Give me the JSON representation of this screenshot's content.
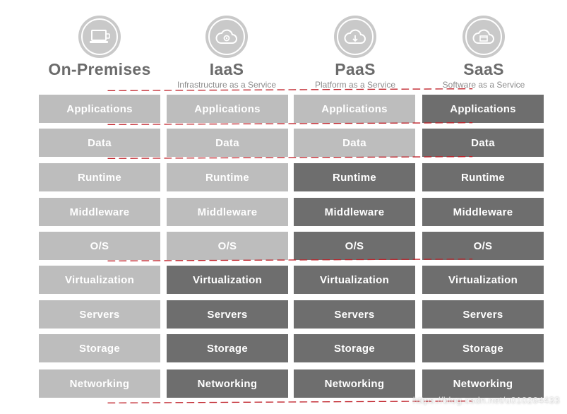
{
  "columns": [
    {
      "title": "On-Premises",
      "subtitle": "",
      "icon": "laptop-icon",
      "cells": [
        {
          "label": "Applications",
          "shade": "light"
        },
        {
          "label": "Data",
          "shade": "light"
        },
        {
          "label": "Runtime",
          "shade": "light"
        },
        {
          "label": "Middleware",
          "shade": "light"
        },
        {
          "label": "O/S",
          "shade": "light"
        },
        {
          "label": "Virtualization",
          "shade": "light"
        },
        {
          "label": "Servers",
          "shade": "light"
        },
        {
          "label": "Storage",
          "shade": "light"
        },
        {
          "label": "Networking",
          "shade": "light"
        }
      ]
    },
    {
      "title": "IaaS",
      "subtitle": "Infrastructure as a Service",
      "icon": "cloud-gear-icon",
      "cells": [
        {
          "label": "Applications",
          "shade": "light"
        },
        {
          "label": "Data",
          "shade": "light"
        },
        {
          "label": "Runtime",
          "shade": "light"
        },
        {
          "label": "Middleware",
          "shade": "light"
        },
        {
          "label": "O/S",
          "shade": "light"
        },
        {
          "label": "Virtualization",
          "shade": "dark"
        },
        {
          "label": "Servers",
          "shade": "dark"
        },
        {
          "label": "Storage",
          "shade": "dark"
        },
        {
          "label": "Networking",
          "shade": "dark"
        }
      ]
    },
    {
      "title": "PaaS",
      "subtitle": "Platform as a Service",
      "icon": "cloud-download-icon",
      "cells": [
        {
          "label": "Applications",
          "shade": "light"
        },
        {
          "label": "Data",
          "shade": "light"
        },
        {
          "label": "Runtime",
          "shade": "dark"
        },
        {
          "label": "Middleware",
          "shade": "dark"
        },
        {
          "label": "O/S",
          "shade": "dark"
        },
        {
          "label": "Virtualization",
          "shade": "dark"
        },
        {
          "label": "Servers",
          "shade": "dark"
        },
        {
          "label": "Storage",
          "shade": "dark"
        },
        {
          "label": "Networking",
          "shade": "dark"
        }
      ]
    },
    {
      "title": "SaaS",
      "subtitle": "Software as a Service",
      "icon": "cloud-window-icon",
      "cells": [
        {
          "label": "Applications",
          "shade": "dark"
        },
        {
          "label": "Data",
          "shade": "dark"
        },
        {
          "label": "Runtime",
          "shade": "dark"
        },
        {
          "label": "Middleware",
          "shade": "dark"
        },
        {
          "label": "O/S",
          "shade": "dark"
        },
        {
          "label": "Virtualization",
          "shade": "dark"
        },
        {
          "label": "Servers",
          "shade": "dark"
        },
        {
          "label": "Storage",
          "shade": "dark"
        },
        {
          "label": "Networking",
          "shade": "dark"
        }
      ]
    }
  ],
  "colors": {
    "managed_by_you": "#bdbdbd",
    "managed_by_vendor": "#6e6e6e",
    "divider": "#c0222a"
  },
  "watermark": "https://blog.csdn.net/u010264433"
}
